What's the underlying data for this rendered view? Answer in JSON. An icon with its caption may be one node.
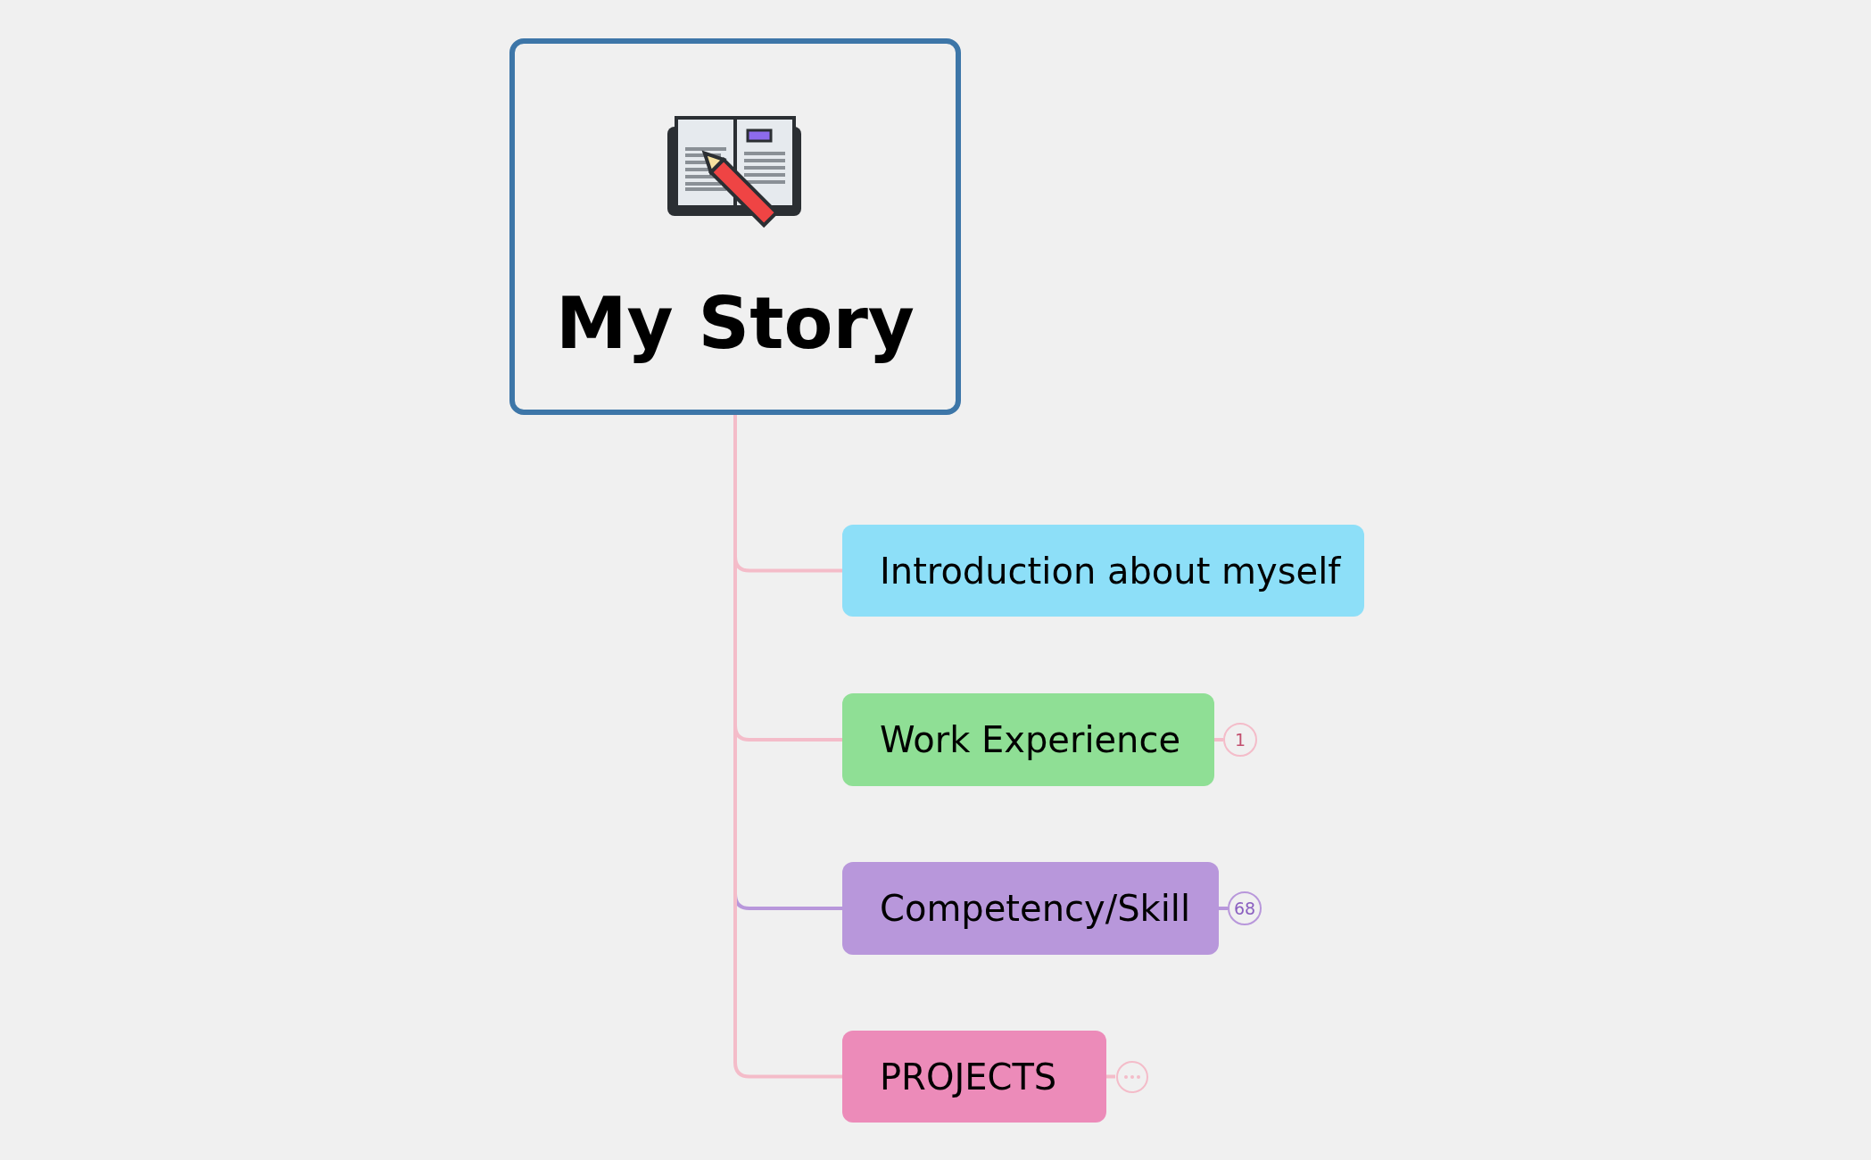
{
  "diagram": {
    "nodes": [
      {
        "text": [
          "My Story"
        ]
      },
      {
        "text": [
          "Introduction about myself"
        ]
      },
      {
        "text": [
          "Work Experience"
        ],
        "beside": [
          "1"
        ]
      },
      {
        "text": [
          "Competency/Skill"
        ],
        "beside": [
          "68"
        ]
      },
      {
        "text": [
          "PROJECTS"
        ]
      }
    ],
    "edges": [
      {
        "from": 0,
        "to": 1,
        "arrow": "none"
      },
      {
        "from": 0,
        "to": 2,
        "arrow": "none"
      },
      {
        "from": 0,
        "to": 3,
        "arrow": "none",
        "color": "#b897db"
      },
      {
        "from": 0,
        "to": 4,
        "arrow": "none"
      }
    ]
  }
}
